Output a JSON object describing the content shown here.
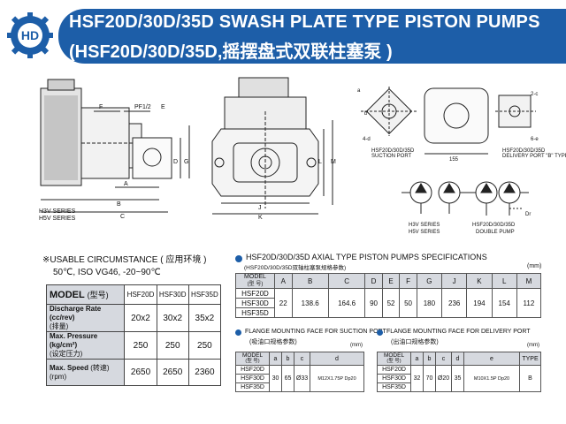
{
  "header": {
    "title_line1": "HSF20D/30D/35D SWASH PLATE TYPE PISTON PUMPS",
    "title_line2": "(HSF20D/30D/35D,摇摆盘式双联柱塞泵 )",
    "logo_text": "HD",
    "band_color": "#1d5ea8"
  },
  "drawing_labels": {
    "side": {
      "F": "F",
      "E": "E",
      "PF12": "PF1/2",
      "A": "A",
      "B": "B",
      "C": "C",
      "D": "D",
      "G": "G",
      "h3v": "H3V  SERIES",
      "h5v": "H5V  SERIES"
    },
    "front": {
      "J": "J",
      "K": "K",
      "L": "L",
      "M": "M"
    },
    "flange": {
      "a": "a",
      "b": "b",
      "c": "c",
      "d": "d",
      "four_d": "4-d",
      "two_c": "2-c",
      "six_e": "6-e",
      "suction": "HSF20D/30D/35D\nSUCTION PORT",
      "delivery": "HSF20D/30D/35D\nDELIVERY PORT \"B\" TYPE",
      "dim155": "155"
    },
    "circuit": {
      "h3v": "H3V  SERIES",
      "h5v": "H5V  SERIES",
      "model": "HSF20D/30D/35D",
      "double": "DOUBLE  PUMP",
      "dr": "Dr"
    }
  },
  "usage": {
    "line1": "※USABLE CIRCUMSTANCE ( 应用环境 )",
    "line2": "50℃, ISO VG46,  -20~90℃"
  },
  "model_table": {
    "head": "MODEL",
    "head_cn": "(型号)",
    "models": [
      "HSF20D",
      "HSF30D",
      "HSF35D"
    ],
    "rows": [
      {
        "label": "Discharge Rate (cc/rev)",
        "label_cn": "(排量)",
        "values": [
          "20x2",
          "30x2",
          "35x2"
        ]
      },
      {
        "label": "Max. Pressure (kg/cm²)",
        "label_cn": "(设定压力)",
        "values": [
          "250",
          "250",
          "250"
        ]
      },
      {
        "label": "Max. Speed",
        "label_cn": "(转速) (rpm)",
        "values": [
          "2650",
          "2650",
          "2360"
        ]
      }
    ]
  },
  "spec": {
    "title": "HSF20D/30D/35D AXIAL TYPE PISTON PUMPS SPECIFICATIONS",
    "subtitle": "(HSF20D/30D/35D双轴柱塞泵规格参数)",
    "unit": "(mm)",
    "model_head": "MODEL",
    "model_head_cn": "(型 号)",
    "columns": [
      "A",
      "B",
      "C",
      "D",
      "E",
      "F",
      "G",
      "J",
      "K",
      "L",
      "M"
    ],
    "models": [
      "HSF20D",
      "HSF30D",
      "HSF35D"
    ],
    "values": [
      "22",
      "138.6",
      "164.6",
      "90",
      "52",
      "50",
      "180",
      "236",
      "194",
      "154",
      "112"
    ]
  },
  "flange_suction": {
    "title": "FLANGE MOUNTING FACE FOR SUCTION PORT",
    "title_cn": "(吸油口规格参数)",
    "unit": "(mm)",
    "model_head": "MODEL",
    "model_head_cn": "(型 号)",
    "columns": [
      "a",
      "b",
      "c",
      "d"
    ],
    "models": [
      "HSF20D",
      "HSF30D",
      "HSF35D"
    ],
    "values": [
      "30",
      "65",
      "Ø33",
      "M12X1.75P  Dp20"
    ]
  },
  "flange_delivery": {
    "title": "FLANGE MOUNTING FACE FOR DELIVERY PORT",
    "title_cn": "(出油口规格参数)",
    "unit": "(mm)",
    "model_head": "MODEL",
    "model_head_cn": "(型 号)",
    "columns": [
      "a",
      "b",
      "c",
      "d",
      "e",
      "TYPE"
    ],
    "models": [
      "HSF20D",
      "HSF30D",
      "HSF35D"
    ],
    "values": [
      "32",
      "70",
      "Ø20",
      "35",
      "M10X1.5P  Dp20",
      "B"
    ]
  }
}
